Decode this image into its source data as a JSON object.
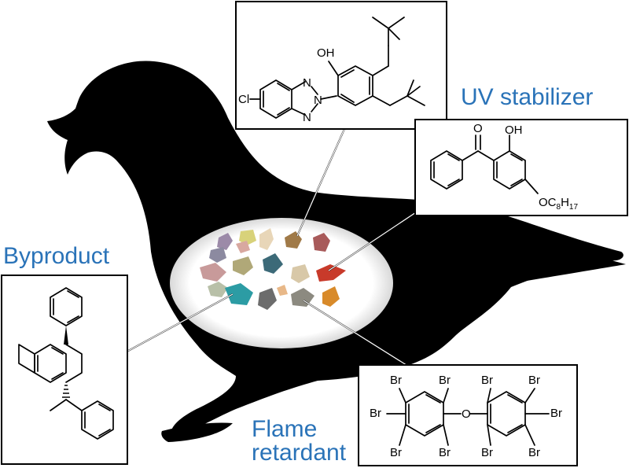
{
  "labels": {
    "uv": "UV stabilizer",
    "byproduct": "Byproduct",
    "flame_line1": "Flame",
    "flame_line2": "retardant"
  },
  "chem": {
    "oh": "OH",
    "cl": "Cl",
    "n": "N",
    "o": "O",
    "br": "Br",
    "oc8h17_o": "OC",
    "oc8h17_8": "8",
    "oc8h17_h": "H",
    "oc8h17_17": "17"
  },
  "colors": {
    "label_blue": "#2a73b8",
    "silhouette": "#000000",
    "belly": "#ffffff"
  },
  "fragment_colors": [
    "#9c8aa8",
    "#d8d27a",
    "#e8d6b8",
    "#a07a48",
    "#a85a5a",
    "#c89a9a",
    "#8c8aa0",
    "#b0a878",
    "#3c6a78",
    "#d8c8a8",
    "#c83a2a",
    "#d8a8a0",
    "#b8c0a8",
    "#2c9ca4",
    "#6c6c6c",
    "#8c8a80",
    "#d88a2a",
    "#e8b888"
  ]
}
